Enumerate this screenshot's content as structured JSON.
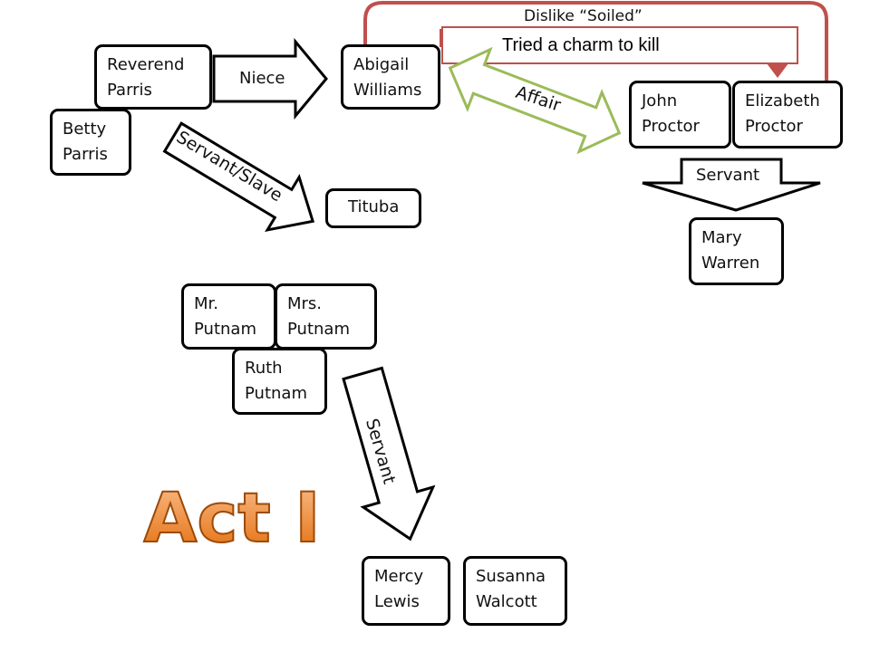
{
  "nodes": {
    "reverend_parris": "Reverend\nParris",
    "betty_parris": "Betty\nParris",
    "abigail_williams": "Abigail\nWilliams",
    "tituba": "Tituba",
    "john_proctor": "John\nProctor",
    "elizabeth_proctor": "Elizabeth\nProctor",
    "mary_warren": "Mary\nWarren",
    "mr_putnam": "Mr.\nPutnam",
    "mrs_putnam": "Mrs.\nPutnam",
    "ruth_putnam": "Ruth\nPutnam",
    "mercy_lewis": "Mercy\nLewis",
    "susanna_walcott": "Susanna\nWalcott"
  },
  "edges": {
    "niece": "Niece",
    "servant_slave": "Servant/Slave",
    "affair": "Affair",
    "servant_proctor": "Servant",
    "servant_putnam": "Servant",
    "dislike": "Dislike “Soiled”",
    "charm": "Tried a charm to kill"
  },
  "title": "Act I",
  "colors": {
    "dislike_line": "#c0504d",
    "affair_arrow": "#9bbb59",
    "title_fill": "#e36c09"
  }
}
